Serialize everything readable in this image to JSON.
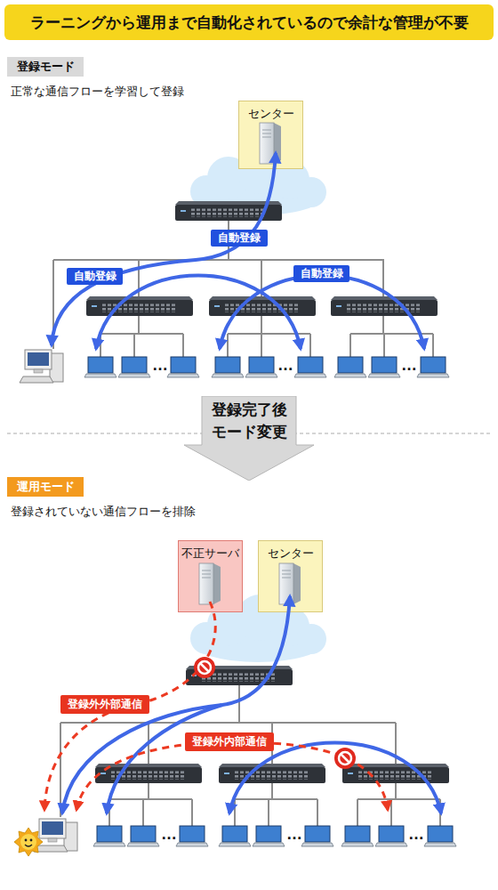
{
  "diagram": {
    "title": "ラーニングから運用まで自動化されているので余計な管理が不要",
    "nodes": [
      {
        "text": [
          "登録モード"
        ]
      },
      {
        "text": [
          "センター"
        ]
      },
      {
        "text": [
          "自動登録"
        ]
      },
      {
        "text": [
          "自動登録"
        ]
      },
      {
        "text": [
          "自動登録"
        ]
      },
      {
        "text": [
          "登録完了後 モード変更"
        ]
      },
      {
        "text": [
          "運用モード"
        ]
      },
      {
        "text": [
          "不正サーバ"
        ]
      },
      {
        "text": [
          "センター"
        ]
      },
      {
        "text": [
          "登録外外部通信"
        ]
      },
      {
        "text": [
          "登録外内部通信"
        ]
      }
    ],
    "labels": [
      "正常な通信フローを学習して登録",
      "…",
      "…",
      "…",
      "登録されていない通信フローを排除",
      "…",
      "…",
      "…"
    ]
  }
}
